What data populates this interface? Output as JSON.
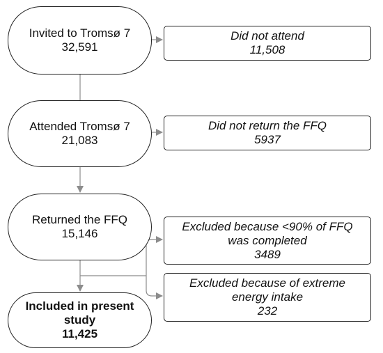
{
  "flowchart": {
    "steps": [
      {
        "label": "Invited to Tromsø 7",
        "count": "32,591"
      },
      {
        "label": "Attended Tromsø 7",
        "count": "21,083"
      },
      {
        "label": "Returned the FFQ",
        "count": "15,146"
      },
      {
        "label_line1": "Included in present",
        "label_line2": "study",
        "count": "11,425"
      }
    ],
    "exclusions": [
      {
        "label": "Did not attend",
        "count": "11,508"
      },
      {
        "label": "Did not return the FFQ",
        "count": "5937"
      },
      {
        "label_line1": "Excluded because <90% of FFQ",
        "label_line2": "was completed",
        "count": "3489"
      },
      {
        "label_line1": "Excluded because of extreme",
        "label_line2": "energy intake",
        "count": "232"
      }
    ]
  }
}
